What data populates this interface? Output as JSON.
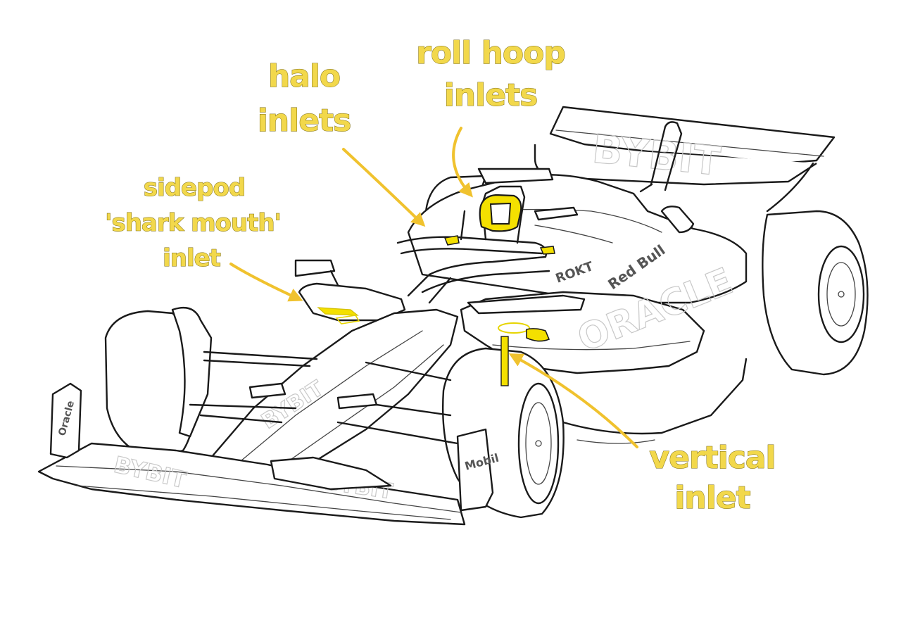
{
  "colors": {
    "label_fill": "#f2d84b",
    "label_shadow": "#7a6a10",
    "arrow": "#f0c22e",
    "highlight": "#f4e000",
    "outline": "#1a1a1a"
  },
  "annotations": {
    "halo": {
      "line1": "halo",
      "line2": "inlets"
    },
    "roll_hoop": {
      "line1": "roll hoop",
      "line2": "inlets"
    },
    "sidepod": {
      "line1": "sidepod",
      "line2": "'shark mouth'",
      "line3": "inlet"
    },
    "vertical": {
      "line1": "vertical",
      "line2": "inlet"
    }
  },
  "livery": {
    "rear_wing": "BYBIT",
    "sidepod": "ORACLE",
    "front_wing_main": "BYBIT",
    "front_wing_lower": "BYBIT",
    "nose": "BYBIT",
    "engine_cover": "ROKT",
    "endplate_right": "Mobil",
    "endplate_left": "Oracle",
    "brand": "Red Bull"
  }
}
